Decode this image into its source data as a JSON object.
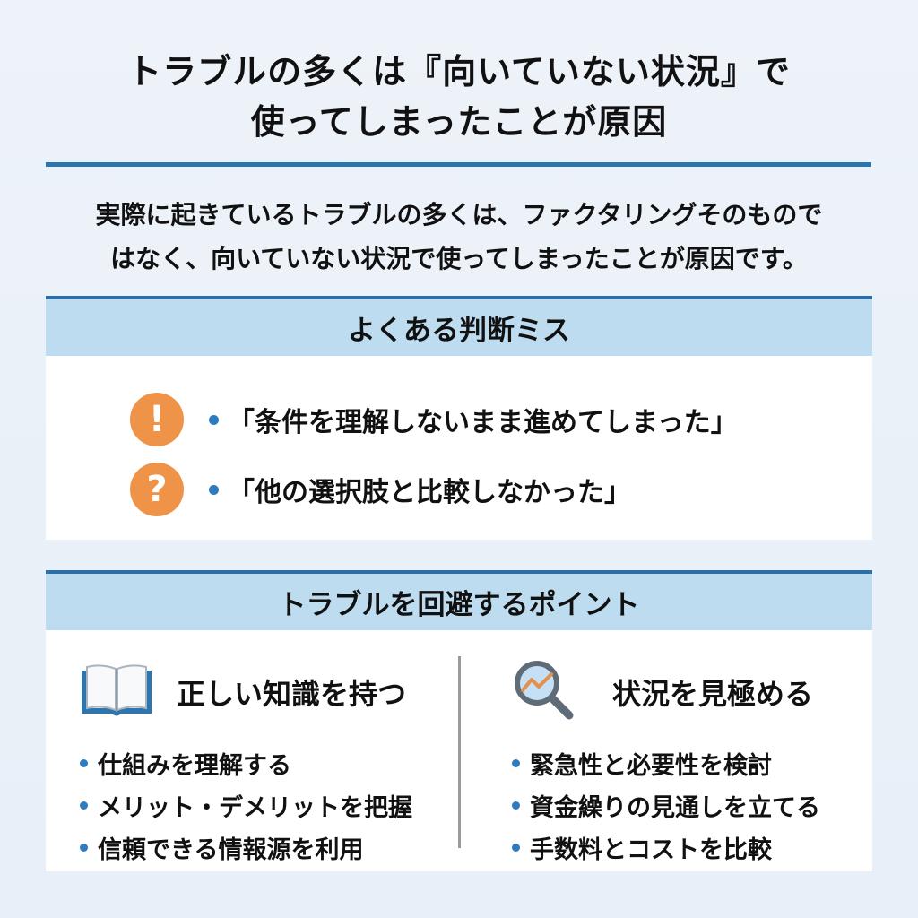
{
  "title": {
    "line1": "トラブルの多くは『向いていない状況』で",
    "line2": "使ってしまったことが原因"
  },
  "lead": {
    "line1": "実際に起きているトラブルの多くは、ファクタリングそのもので",
    "line2": "はなく、向いていない状況で使ってしまったことが原因です。"
  },
  "mistakes": {
    "heading": "よくある判断ミス",
    "items": [
      {
        "icon": "exclamation-icon",
        "glyph": "!",
        "text": "「条件を理解しないまま進めてしまった」"
      },
      {
        "icon": "question-icon",
        "glyph": "?",
        "text": "「他の選択肢と比較しなかった」"
      }
    ]
  },
  "tips": {
    "heading": "トラブルを回避するポイント",
    "columns": [
      {
        "icon": "open-book-icon",
        "title": "正しい知識を持つ",
        "items": [
          "仕組みを理解する",
          "メリット・デメリットを把握",
          "信頼できる情報源を利用"
        ]
      },
      {
        "icon": "magnifier-chart-icon",
        "title": "状況を見極める",
        "items": [
          "緊急性と必要性を検討",
          "資金繰りの見通しを立てる",
          "手数料とコストを比較"
        ]
      }
    ]
  },
  "colors": {
    "accent_blue": "#2e74ad",
    "header_band": "#bddcf0",
    "badge_orange": "#ef9348",
    "bullet_blue": "#2f7bbf",
    "background": "#eef3f9"
  }
}
